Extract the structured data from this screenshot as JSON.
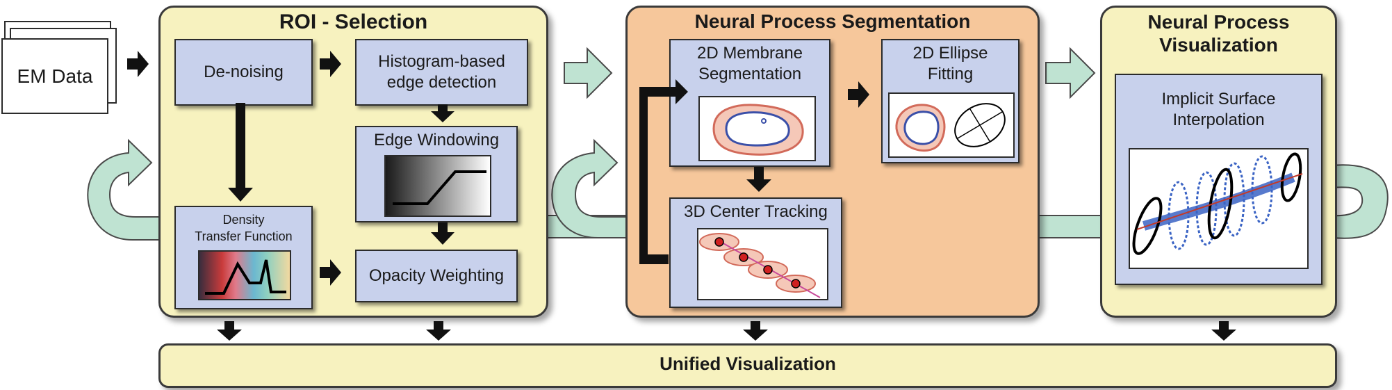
{
  "input": {
    "label": "EM Data"
  },
  "roi": {
    "title": "ROI - Selection",
    "denoising": "De-noising",
    "histogram": "Histogram-based\nedge detection",
    "windowing": "Edge Windowing",
    "density": "Density\nTransfer Function",
    "opacity": "Opacity Weighting"
  },
  "segmentation": {
    "title": "Neural Process Segmentation",
    "membrane": "2D Membrane\nSegmentation",
    "ellipse": "2D Ellipse\nFitting",
    "tracking": "3D Center Tracking"
  },
  "visualization": {
    "title": "Neural Process\nVisualization",
    "implicit": "Implicit Surface\nInterpolation"
  },
  "output": {
    "label": "Unified Visualization"
  },
  "colors": {
    "panel_yellow": "#f7f2bf",
    "panel_orange": "#f6c79b",
    "box_blue": "#c8d1ec",
    "flow_arrow_green": "#bfe3d2"
  }
}
